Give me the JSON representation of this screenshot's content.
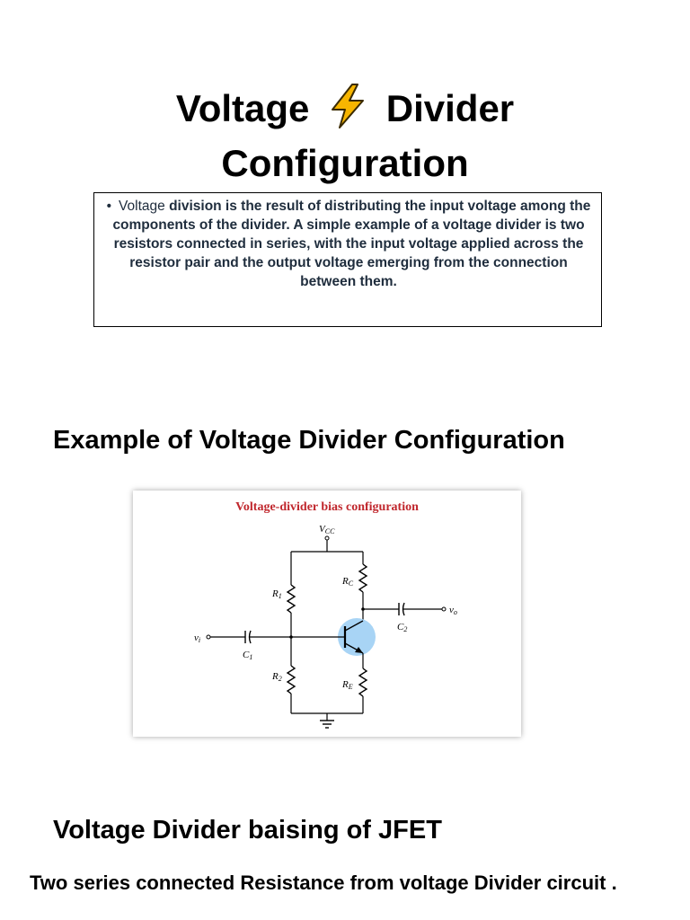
{
  "title": {
    "line1_left": "Voltage",
    "line1_right": "Divider",
    "line2": "Configuration",
    "icon": "lightning-bolt-icon"
  },
  "definition": {
    "bullet": "•",
    "lead_word": "Voltage",
    "text": "division is the result of distributing the input voltage among the components of the divider. A simple example of a voltage divider is two resistors connected in series, with the input voltage applied across the resistor pair and the output voltage emerging from the connection between them."
  },
  "example_heading": "Example of Voltage Divider Configuration",
  "figure": {
    "title": "Voltage-divider bias configuration",
    "labels": {
      "vcc": "V",
      "vcc_sub": "CC",
      "r1": "R",
      "r1_sub": "1",
      "r2": "R",
      "r2_sub": "2",
      "rc": "R",
      "rc_sub": "C",
      "re": "R",
      "re_sub": "E",
      "c1": "C",
      "c1_sub": "1",
      "c2": "C",
      "c2_sub": "2",
      "vi": "v",
      "vi_sub": "i",
      "vo": "v",
      "vo_sub": "o"
    },
    "title_color": "#c0272d",
    "transistor_highlight": "#a8d4f5"
  },
  "jfet_heading": "Voltage Divider baising of JFET",
  "footer_text": "Two series  connected Resistance from voltage Divider circuit ."
}
